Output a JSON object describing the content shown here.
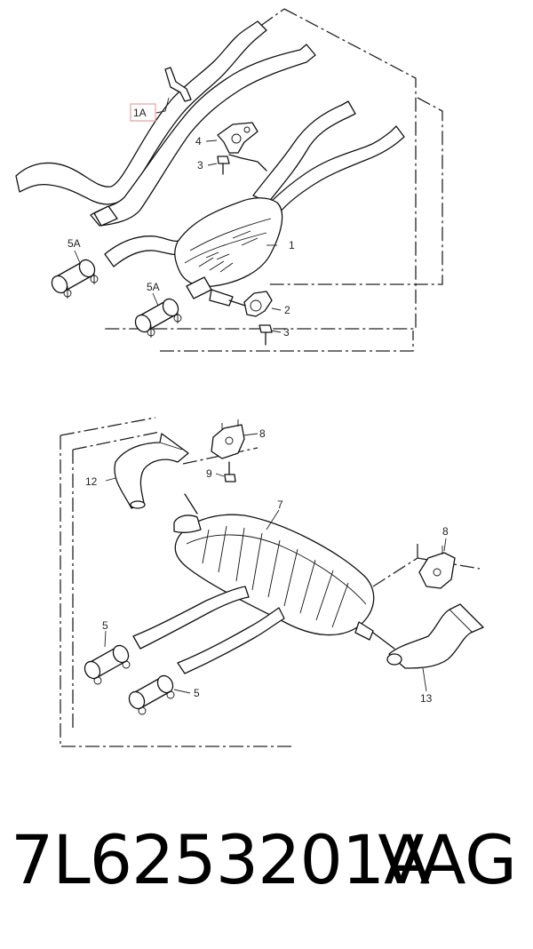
{
  "diagram": {
    "callouts": {
      "c1A": "1A",
      "c1": "1",
      "c2": "2",
      "c3a": "3",
      "c3b": "3",
      "c4": "4",
      "c5Aa": "5A",
      "c5Ab": "5A",
      "c5a": "5",
      "c5b": "5",
      "c7": "7",
      "c8a": "8",
      "c8b": "8",
      "c9": "9",
      "c12": "12",
      "c13": "13"
    },
    "highlight_color": "#e6a0a0"
  },
  "footer": {
    "part_number": "7L6253201A",
    "brand": "VAG"
  }
}
